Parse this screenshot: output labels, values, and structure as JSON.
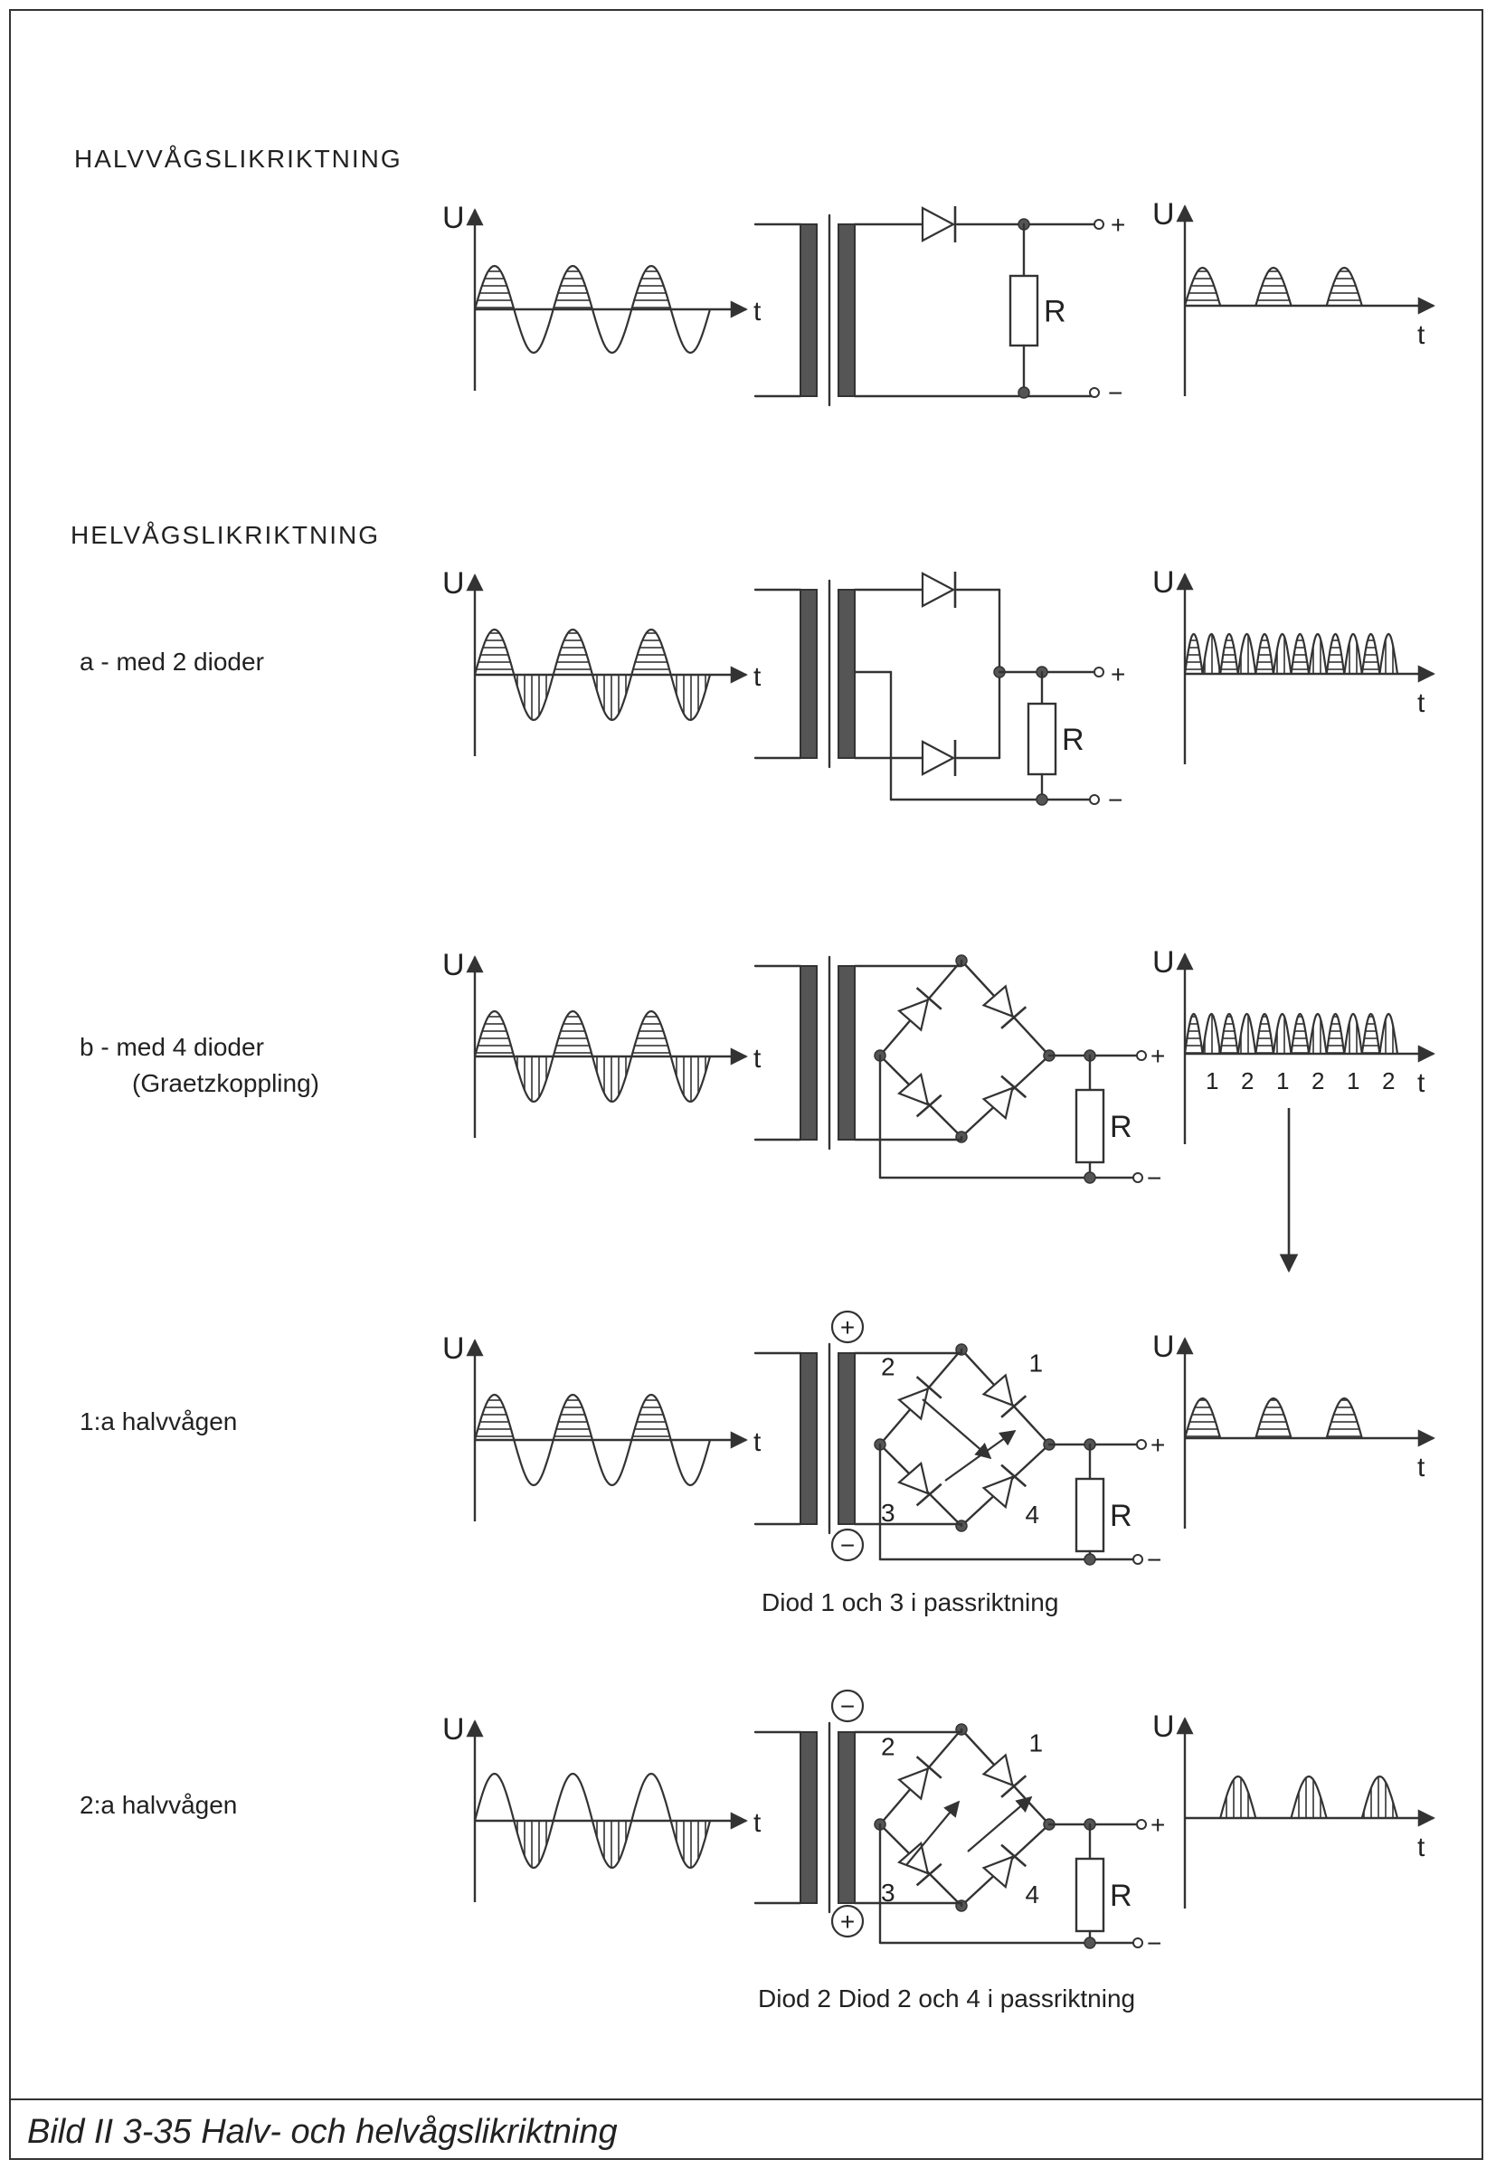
{
  "headings": {
    "half_wave": "HALVVÅGSLIKRIKTNING",
    "full_wave": "HELVÅGSLIKRIKTNING"
  },
  "rows": {
    "a_label": "a -  med 2 dioder",
    "b_label": "b -  med 4 dioder",
    "b_sublabel": "(Graetzkoppling)",
    "first_half_label": "1:a halvvågen",
    "second_half_label": "2:a halvvågen"
  },
  "notes": {
    "first_half_note": "Diod  1  och  3  i passriktning",
    "second_half_note": "Diod 2   Diod  2  och  4  i passriktning"
  },
  "symbols": {
    "voltage_axis": "U",
    "time_axis": "t",
    "resistor": "R",
    "plus": "+",
    "minus": "−",
    "plus_circle": "+",
    "minus_circle": "−"
  },
  "diode_numbers": [
    "1",
    "2",
    "3",
    "4"
  ],
  "graetz_output_sequence": [
    "1",
    "2",
    "1",
    "2",
    "1",
    "2"
  ],
  "caption": "Bild II 3-35 Halv- och helvågslikriktning"
}
